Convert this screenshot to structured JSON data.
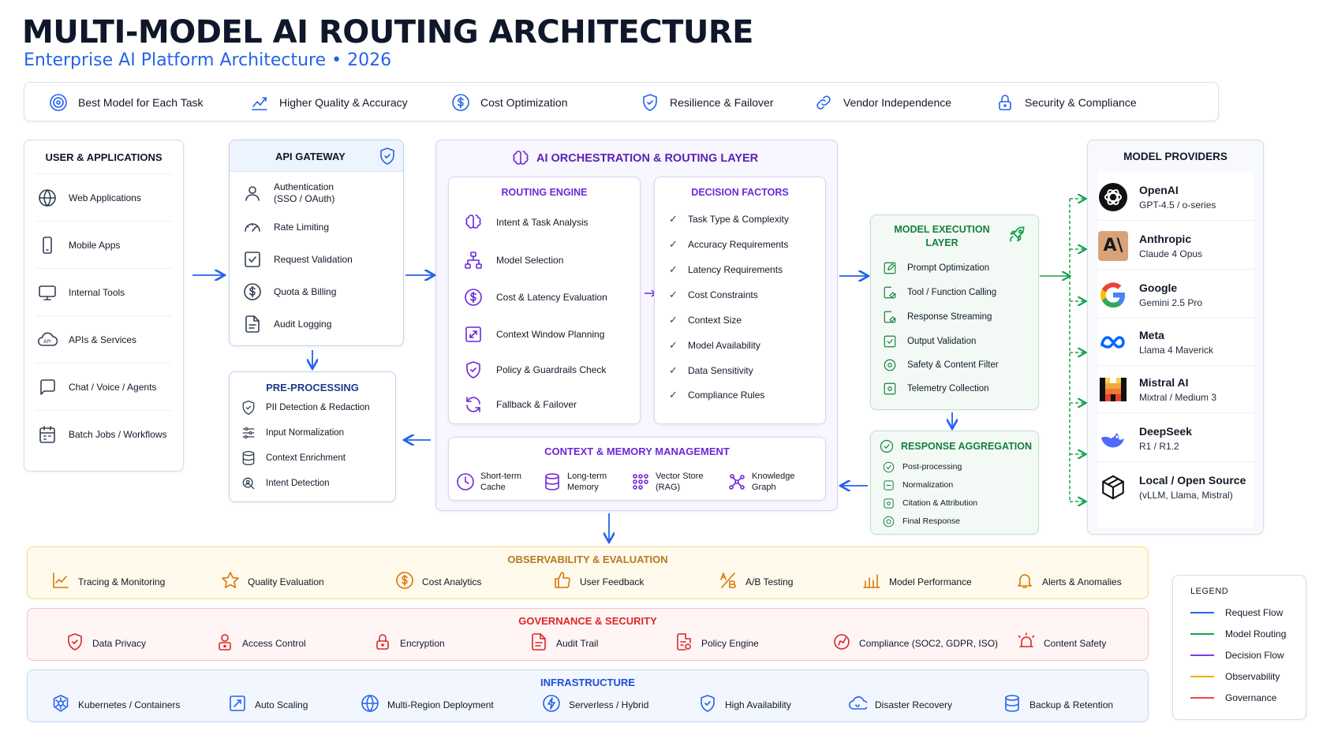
{
  "header": {
    "title": "MULTI-MODEL AI ROUTING ARCHITECTURE",
    "subtitle": "Enterprise AI Platform Architecture • 2026"
  },
  "benefits": [
    {
      "label": "Best Model for Each Task",
      "icon": "target-icon"
    },
    {
      "label": "Higher Quality & Accuracy",
      "icon": "chart-up-icon"
    },
    {
      "label": "Cost Optimization",
      "icon": "dollar-icon"
    },
    {
      "label": "Resilience & Failover",
      "icon": "shield-icon"
    },
    {
      "label": "Vendor Independence",
      "icon": "link-icon"
    },
    {
      "label": "Security & Compliance",
      "icon": "lock-icon"
    }
  ],
  "user_apps": {
    "title": "USER & APPLICATIONS",
    "items": [
      {
        "label": "Web Applications",
        "icon": "globe-icon"
      },
      {
        "label": "Mobile Apps",
        "icon": "phone-icon"
      },
      {
        "label": "Internal Tools",
        "icon": "monitor-icon"
      },
      {
        "label": "APIs & Services",
        "icon": "cloud-api-icon",
        "badge": "API"
      },
      {
        "label": "Chat / Voice / Agents",
        "icon": "chat-icon"
      },
      {
        "label": "Batch Jobs / Workflows",
        "icon": "calendar-icon"
      }
    ]
  },
  "api_gateway": {
    "title": "API GATEWAY",
    "items": [
      {
        "label": "Authentication\n(SSO / OAuth)",
        "icon": "user-icon"
      },
      {
        "label": "Rate Limiting",
        "icon": "gauge-icon"
      },
      {
        "label": "Request Validation",
        "icon": "checkbox-icon"
      },
      {
        "label": "Quota & Billing",
        "icon": "dollar-icon"
      },
      {
        "label": "Audit Logging",
        "icon": "document-icon"
      }
    ]
  },
  "pre_processing": {
    "title": "PRE-PROCESSING",
    "items": [
      {
        "label": "PII Detection & Redaction",
        "icon": "shield-icon"
      },
      {
        "label": "Input Normalization",
        "icon": "sliders-icon"
      },
      {
        "label": "Context Enrichment",
        "icon": "database-icon"
      },
      {
        "label": "Intent Detection",
        "icon": "search-user-icon"
      }
    ]
  },
  "orchestration": {
    "title": "AI ORCHESTRATION & ROUTING LAYER",
    "routing_engine": {
      "title": "ROUTING ENGINE",
      "items": [
        {
          "label": "Intent & Task Analysis",
          "icon": "brain-icon"
        },
        {
          "label": "Model Selection",
          "icon": "hierarchy-icon"
        },
        {
          "label": "Cost & Latency Evaluation",
          "icon": "dollar-icon"
        },
        {
          "label": "Context Window Planning",
          "icon": "expand-icon"
        },
        {
          "label": "Policy & Guardrails Check",
          "icon": "shield-check-icon"
        },
        {
          "label": "Fallback & Failover",
          "icon": "refresh-icon"
        }
      ]
    },
    "decision_factors": {
      "title": "DECISION FACTORS",
      "items": [
        "Task Type & Complexity",
        "Accuracy Requirements",
        "Latency Requirements",
        "Cost Constraints",
        "Context Size",
        "Model Availability",
        "Data Sensitivity",
        "Compliance Rules"
      ]
    },
    "context_memory": {
      "title": "CONTEXT & MEMORY MANAGEMENT",
      "items": [
        {
          "label": "Short-term\nCache",
          "icon": "clock-icon"
        },
        {
          "label": "Long-term\nMemory",
          "icon": "database-icon"
        },
        {
          "label": "Vector Store\n(RAG)",
          "icon": "vector-dots-icon"
        },
        {
          "label": "Knowledge\nGraph",
          "icon": "graph-icon"
        }
      ]
    }
  },
  "model_execution": {
    "title": "MODEL EXECUTION\nLAYER",
    "items": [
      {
        "label": "Prompt Optimization",
        "icon": "edit-icon"
      },
      {
        "label": "Tool / Function Calling",
        "icon": "tool-icon"
      },
      {
        "label": "Response Streaming",
        "icon": "stream-icon"
      },
      {
        "label": "Output Validation",
        "icon": "checkbox-icon"
      },
      {
        "label": "Safety & Content Filter",
        "icon": "filter-icon"
      },
      {
        "label": "Telemetry Collection",
        "icon": "telemetry-icon"
      }
    ]
  },
  "response_aggregation": {
    "title": "RESPONSE AGGREGATION",
    "items": [
      {
        "label": "Post-processing",
        "icon": "check-circle-icon"
      },
      {
        "label": "Normalization",
        "icon": "square-icon"
      },
      {
        "label": "Citation & Attribution",
        "icon": "citation-icon"
      },
      {
        "label": "Final Response",
        "icon": "target-icon"
      }
    ]
  },
  "providers": {
    "title": "MODEL PROVIDERS",
    "items": [
      {
        "name": "OpenAI",
        "model": "GPT-4.5 / o-series",
        "icon": "openai-logo-icon"
      },
      {
        "name": "Anthropic",
        "model": "Claude 4 Opus",
        "icon": "anthropic-logo-icon",
        "mark": "A\\"
      },
      {
        "name": "Google",
        "model": "Gemini 2.5 Pro",
        "icon": "google-logo-icon",
        "mark": "G"
      },
      {
        "name": "Meta",
        "model": "Llama 4 Maverick",
        "icon": "meta-logo-icon"
      },
      {
        "name": "Mistral AI",
        "model": "Mixtral / Medium 3",
        "icon": "mistral-logo-icon"
      },
      {
        "name": "DeepSeek",
        "model": "R1 / R1.2",
        "icon": "deepseek-logo-icon"
      },
      {
        "name": "Local / Open Source",
        "model": "(vLLM, Llama, Mistral)",
        "icon": "cube-icon"
      }
    ]
  },
  "observability": {
    "title": "OBSERVABILITY & EVALUATION",
    "items": [
      {
        "label": "Tracing & Monitoring",
        "icon": "line-chart-icon"
      },
      {
        "label": "Quality Evaluation",
        "icon": "star-icon"
      },
      {
        "label": "Cost Analytics",
        "icon": "dollar-icon"
      },
      {
        "label": "User Feedback",
        "icon": "thumbs-up-icon"
      },
      {
        "label": "A/B Testing",
        "icon": "ab-icon"
      },
      {
        "label": "Model Performance",
        "icon": "bar-chart-icon"
      },
      {
        "label": "Alerts & Anomalies",
        "icon": "bell-icon"
      }
    ]
  },
  "governance": {
    "title": "GOVERNANCE & SECURITY",
    "items": [
      {
        "label": "Data Privacy",
        "icon": "shield-icon"
      },
      {
        "label": "Access Control",
        "icon": "user-lock-icon"
      },
      {
        "label": "Encryption",
        "icon": "lock-icon"
      },
      {
        "label": "Audit Trail",
        "icon": "document-icon"
      },
      {
        "label": "Policy Engine",
        "icon": "policy-icon"
      },
      {
        "label": "Compliance (SOC2, GDPR, ISO)",
        "icon": "compliance-icon"
      },
      {
        "label": "Content Safety",
        "icon": "alarm-icon"
      }
    ]
  },
  "infrastructure": {
    "title": "INFRASTRUCTURE",
    "items": [
      {
        "label": "Kubernetes / Containers",
        "icon": "kubernetes-icon"
      },
      {
        "label": "Auto Scaling",
        "icon": "scale-icon"
      },
      {
        "label": "Multi-Region Deployment",
        "icon": "globe-icon"
      },
      {
        "label": "Serverless / Hybrid",
        "icon": "bolt-icon"
      },
      {
        "label": "High Availability",
        "icon": "shield-check-icon"
      },
      {
        "label": "Disaster Recovery",
        "icon": "cloud-icon"
      },
      {
        "label": "Backup & Retention",
        "icon": "database-icon"
      }
    ]
  },
  "legend": {
    "title": "LEGEND",
    "items": [
      {
        "label": "Request Flow",
        "color": "#2563eb"
      },
      {
        "label": "Model Routing",
        "color": "#16a34a"
      },
      {
        "label": "Decision Flow",
        "color": "#7c3aed"
      },
      {
        "label": "Observability",
        "color": "#eab308"
      },
      {
        "label": "Governance",
        "color": "#ef4444"
      }
    ]
  },
  "colors": {
    "request": "#2563eb",
    "routing": "#16a34a",
    "decision": "#7c3aed",
    "observability": "#ca8a04",
    "governance": "#dc2626",
    "infrastructure": "#2563eb"
  }
}
